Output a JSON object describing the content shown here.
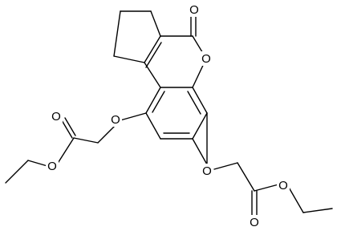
{
  "molecule": {
    "atoms": [
      {
        "id": "carbonyl-o",
        "label": "O"
      },
      {
        "id": "ring-o",
        "label": "O"
      },
      {
        "id": "ether-o-8",
        "label": "O"
      },
      {
        "id": "ether-o-6",
        "label": "O"
      },
      {
        "id": "ester-co-left",
        "label": "O"
      },
      {
        "id": "ester-o-left",
        "label": "O"
      },
      {
        "id": "ester-co-right",
        "label": "O"
      },
      {
        "id": "ester-o-right",
        "label": "O"
      }
    ]
  }
}
